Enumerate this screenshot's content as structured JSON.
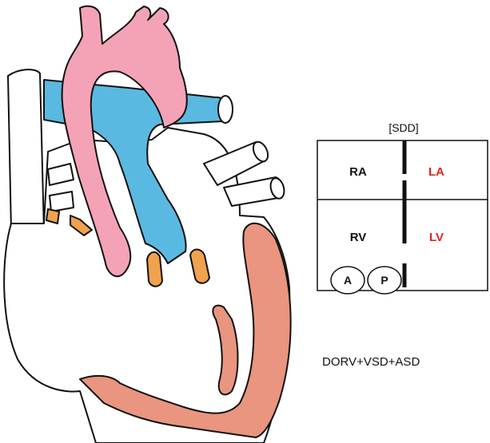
{
  "diagram": {
    "title": "[SDD]",
    "caption": "DORV+VSD+ASD",
    "chambers": {
      "ra": "RA",
      "la": "LA",
      "rv": "RV",
      "lv": "LV"
    },
    "valves": {
      "aortic": "A",
      "pulmonary": "P"
    }
  },
  "colors": {
    "aorta": "#f4a3b6",
    "pulmonary_artery": "#5ab9e0",
    "valve": "#f0a24c",
    "myocardium": "#e9957f",
    "outline": "#111111",
    "left_label": "#d42a20",
    "right_label": "#111111"
  }
}
